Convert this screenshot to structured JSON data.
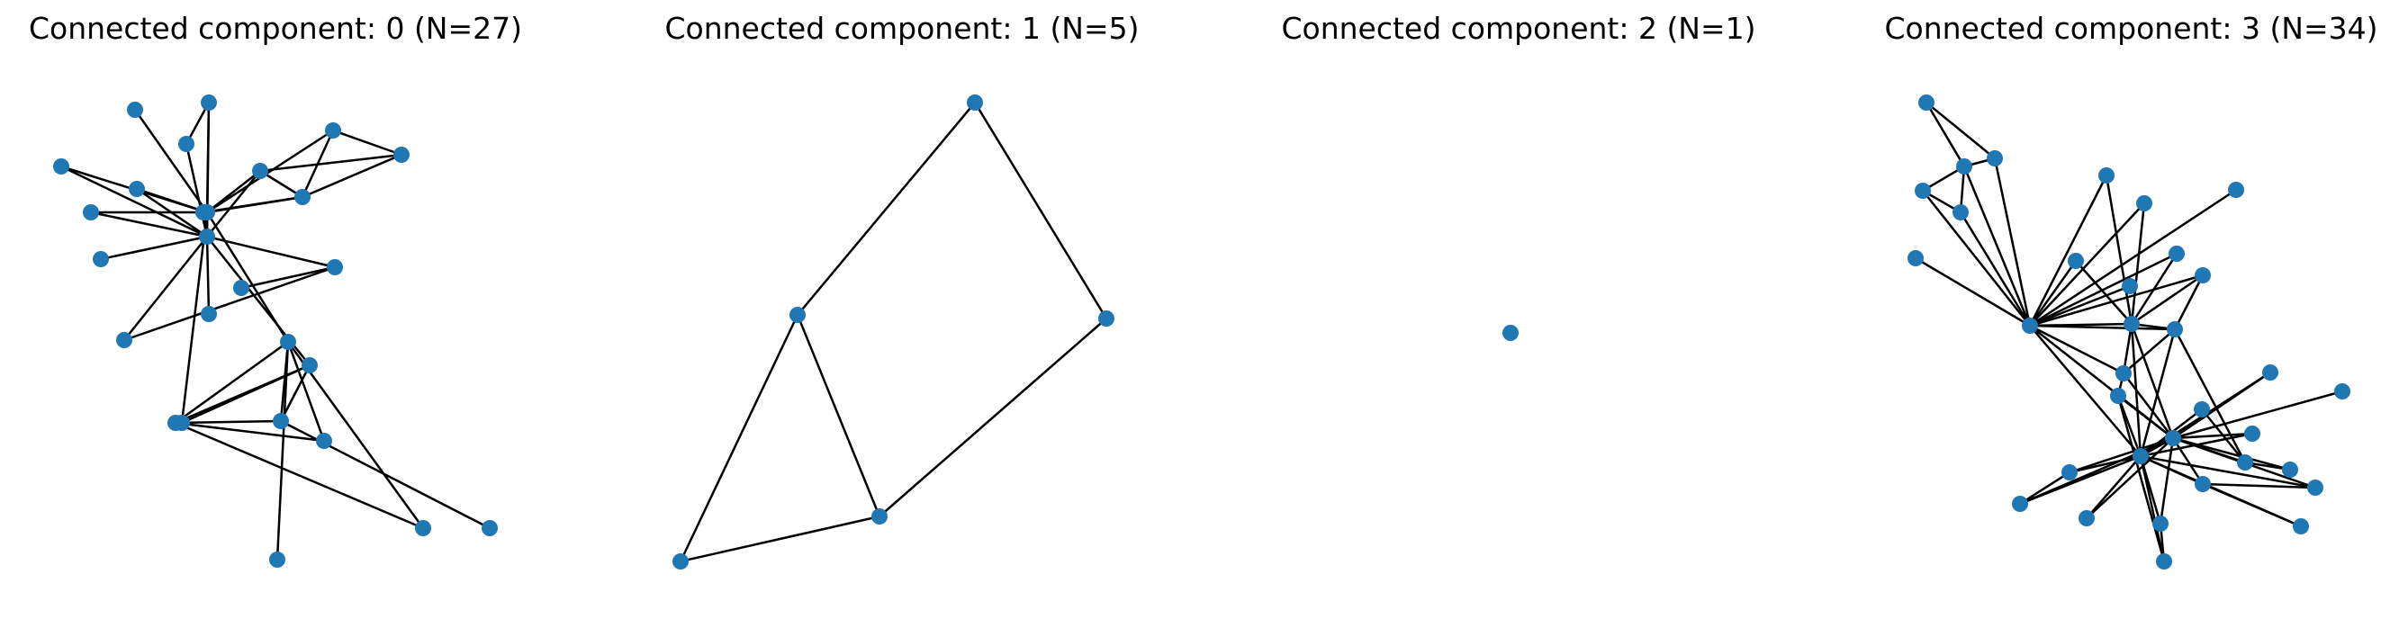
{
  "figure": {
    "node_color": "#1f77b4",
    "edge_color": "#000000",
    "panels": [
      {
        "title": "Connected component: 0 (N=27)",
        "node_count": 27
      },
      {
        "title": "Connected component: 1 (N=5)",
        "node_count": 5
      },
      {
        "title": "Connected component: 2 (N=1)",
        "node_count": 1
      },
      {
        "title": "Connected component: 3 (N=34)",
        "node_count": 34
      }
    ]
  }
}
